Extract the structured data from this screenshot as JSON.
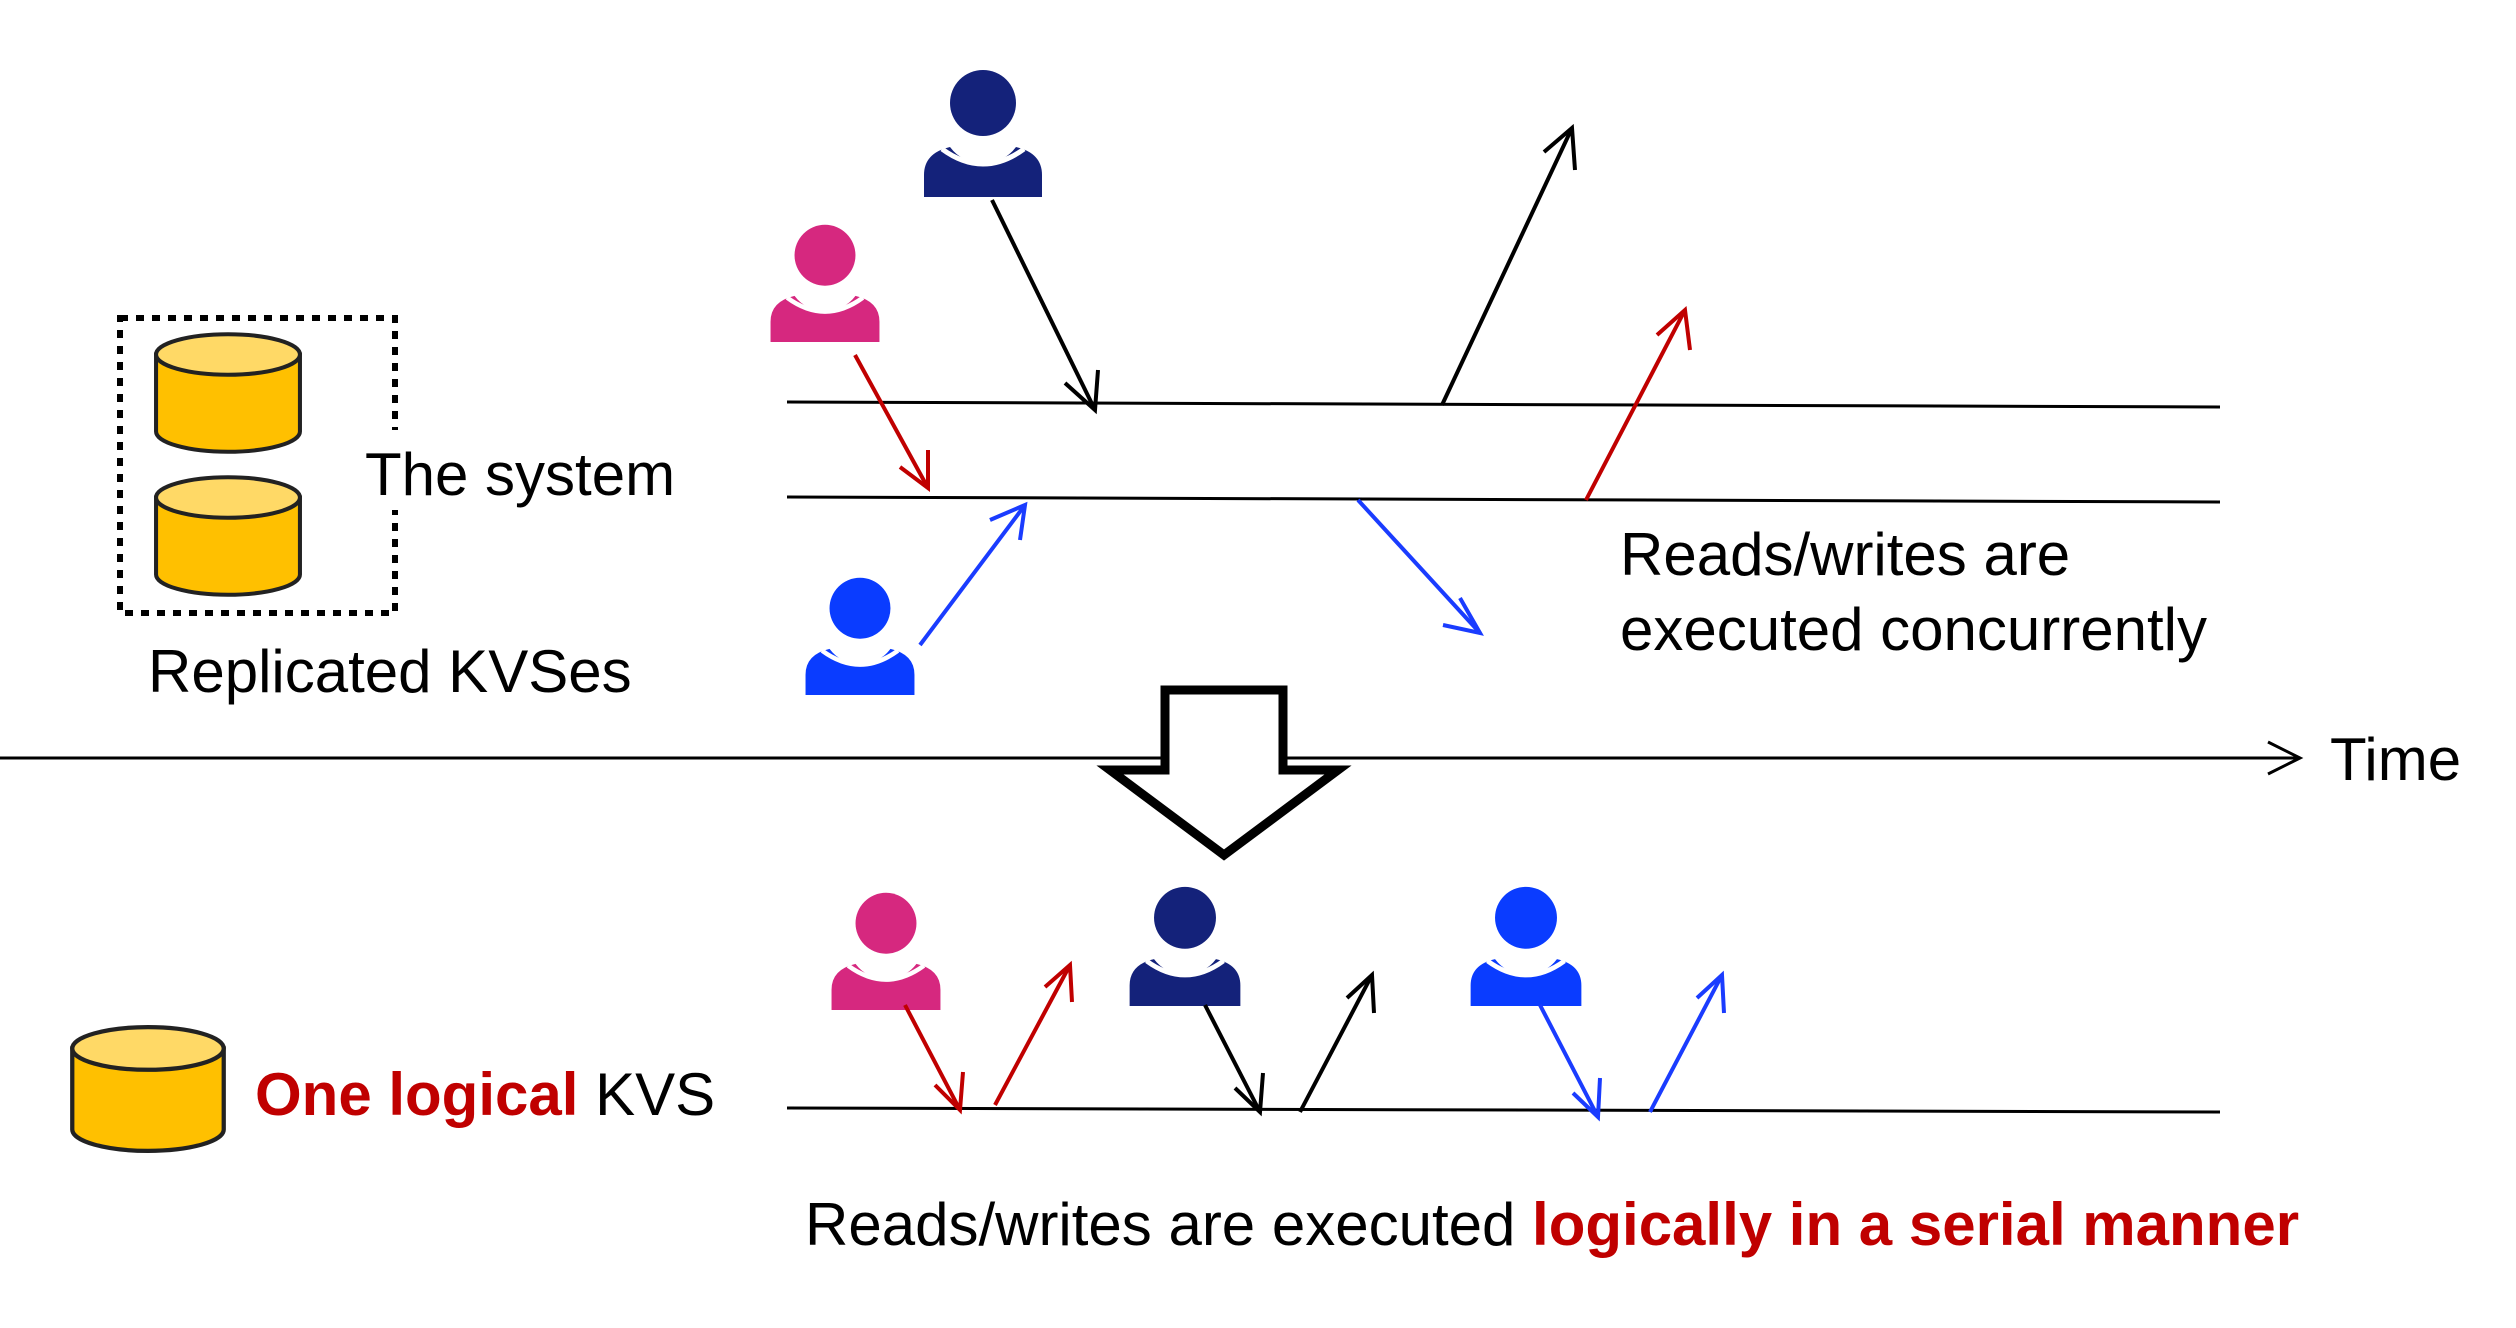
{
  "labels": {
    "the_system": "The system",
    "replicated_kvses": "Replicated KVSes",
    "concurrent_line1": "Reads/writes are",
    "concurrent_line2": "executed concurrently",
    "time": "Time",
    "one_logical": "One logical",
    "kvs": "KVS",
    "serial_prefix": "Reads/writes are executed",
    "serial_emphasis": "logically in a serial manner"
  },
  "colors": {
    "pink_user": "#D6287F",
    "navy_user": "#14227A",
    "blue_user": "#0A3CFF",
    "red_arrow": "#C00000",
    "blue_arrow": "#1A3CFF",
    "black": "#000000",
    "emphasis_red": "#C00000",
    "db_fill": "#FFC000",
    "db_top": "#FFD966"
  }
}
